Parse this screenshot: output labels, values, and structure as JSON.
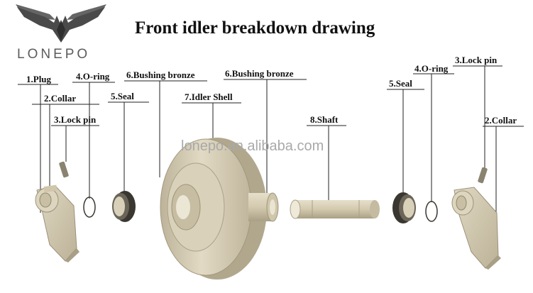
{
  "title": "Front idler breakdown drawing",
  "brand": {
    "name": "LONEPO",
    "logo_icon": "wings-logo-icon"
  },
  "watermark": "lonepo.en.alibaba.com",
  "parts": {
    "left": {
      "plug": "1.Plug",
      "collar": "2.Collar",
      "lock_pin": "3.Lock pin",
      "o_ring": "4.O-ring",
      "seal": "5.Seal",
      "bushing_bronze": "6.Bushing bronze"
    },
    "center": {
      "idler_shell": "7.Idler Shell",
      "bushing_bronze": "6.Bushing bronze",
      "shaft": "8.Shaft"
    },
    "right": {
      "seal": "5.Seal",
      "o_ring": "4.O-ring",
      "lock_pin": "3.Lock pin",
      "collar": "2.Collar"
    }
  },
  "colors": {
    "part_fill": "#d6cdb4",
    "part_shadow": "#a89f86",
    "seal_dark": "#3a3630",
    "leader_line": "#222222"
  }
}
